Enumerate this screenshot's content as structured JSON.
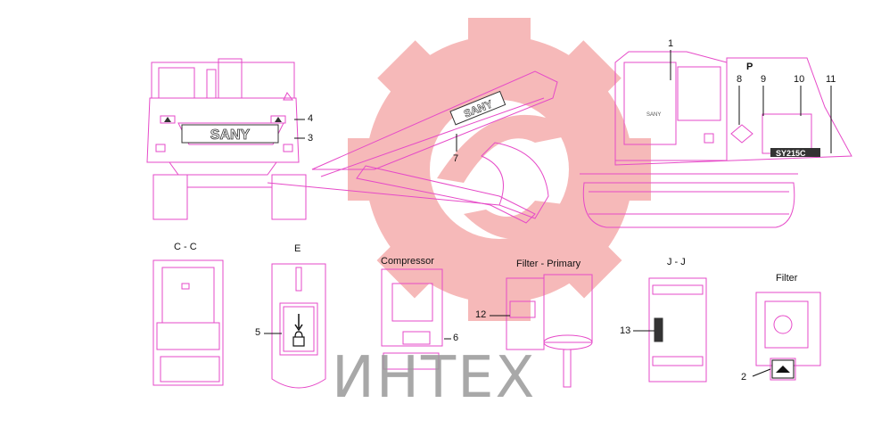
{
  "watermark": {
    "text": "ИНТЕХ",
    "color": "#9a9a9a",
    "gear_color": "#f08080"
  },
  "colors": {
    "line": "#e64ac8",
    "label": "#111111"
  },
  "section_titles": {
    "cc": "C - C",
    "e": "E",
    "compressor": "Compressor",
    "filter_primary": "Filter - Primary",
    "jj": "J - J",
    "filter": "Filter",
    "p": "P"
  },
  "callouts": [
    "1",
    "2",
    "3",
    "4",
    "5",
    "6",
    "7",
    "8",
    "9",
    "10",
    "11",
    "12",
    "13"
  ],
  "decals": {
    "brand": "SANY",
    "cab_small": "SANY",
    "model": "SY215C"
  },
  "icons": [
    "warning-triangle-icon",
    "arrow-down-icon",
    "padlock-icon",
    "hand-warning-icon"
  ]
}
